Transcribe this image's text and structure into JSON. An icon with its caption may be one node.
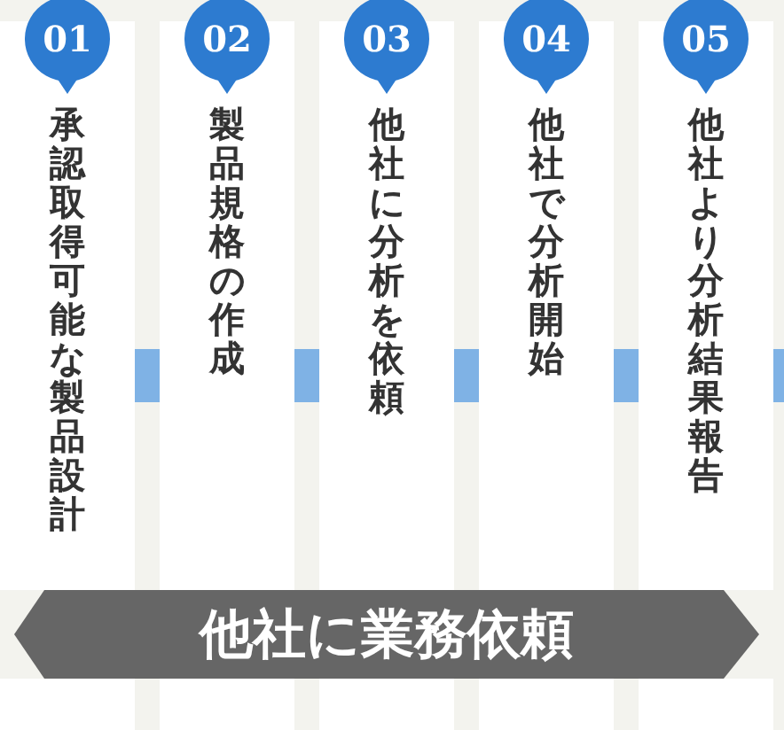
{
  "diagram": {
    "nodes": [
      {
        "text": [
          "承認取得可能な製品設計"
        ]
      },
      {
        "text": [
          "01"
        ]
      },
      {
        "text": [
          "製品規格の作成"
        ]
      },
      {
        "text": [
          "02"
        ]
      },
      {
        "text": [
          "他社に分析を依頼"
        ]
      },
      {
        "text": [
          "03"
        ]
      },
      {
        "text": [
          "他社で分析開始"
        ]
      },
      {
        "text": [
          "04"
        ]
      },
      {
        "text": [
          "他社より分析結果報告"
        ]
      },
      {
        "text": [
          "05"
        ]
      },
      {
        "text": [
          "他社に業務依頼"
        ]
      }
    ],
    "edges": [
      {
        "from": 0,
        "to": 2,
        "arrow": "none"
      },
      {
        "from": 2,
        "to": 4,
        "arrow": "none"
      },
      {
        "from": 4,
        "to": 6,
        "arrow": "none"
      },
      {
        "from": 6,
        "to": 8,
        "arrow": "none"
      },
      {
        "from": 8,
        "to": null,
        "arrow": "none"
      }
    ]
  }
}
